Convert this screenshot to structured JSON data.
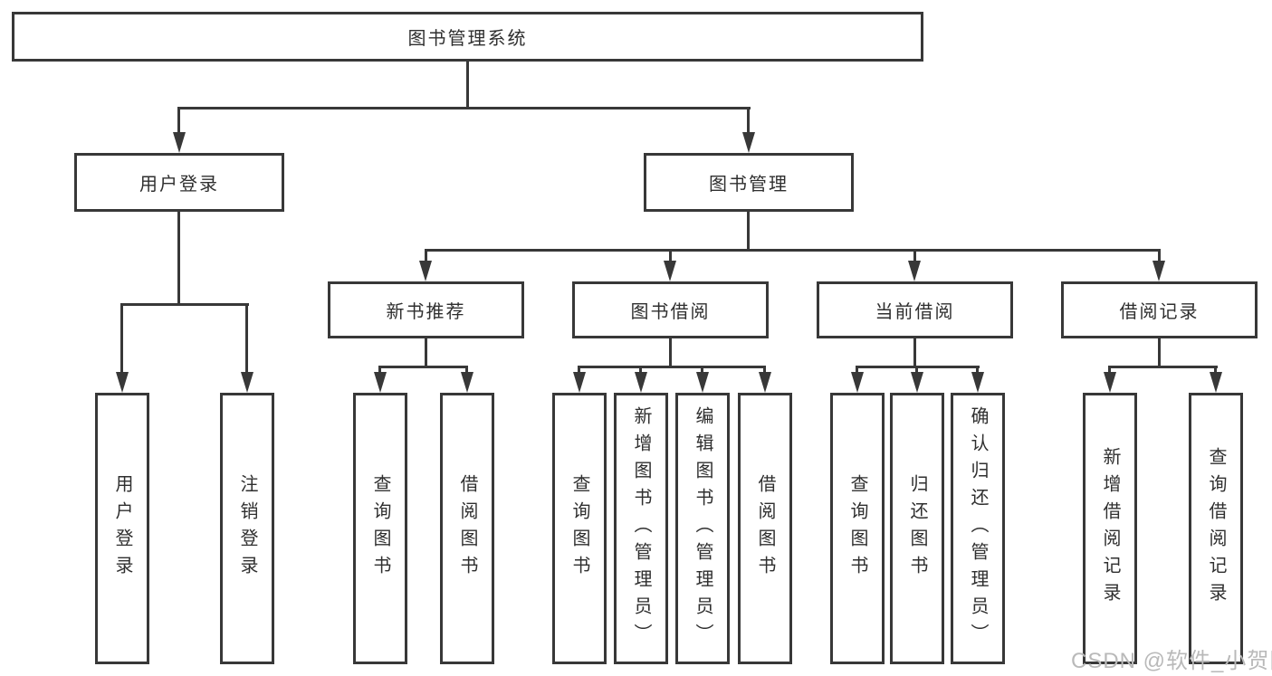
{
  "diagram": {
    "title_node": {
      "label": "图书管理系统"
    },
    "level2": [
      {
        "id": "user-login",
        "label": "用户登录"
      },
      {
        "id": "book-management",
        "label": "图书管理"
      }
    ],
    "level3": [
      {
        "id": "new-book-recommend",
        "label": "新书推荐"
      },
      {
        "id": "book-borrow",
        "label": "图书借阅"
      },
      {
        "id": "current-borrow",
        "label": "当前借阅"
      },
      {
        "id": "borrow-records",
        "label": "借阅记录"
      }
    ],
    "leaves": {
      "user_login": [
        {
          "label": "用户登录"
        },
        {
          "label": "注销登录"
        }
      ],
      "new_book_recommend": [
        {
          "label": "查询图书"
        },
        {
          "label": "借阅图书"
        }
      ],
      "book_borrow": [
        {
          "label": "查询图书"
        },
        {
          "label": "新增图书（管理员）"
        },
        {
          "label": "编辑图书（管理员）"
        },
        {
          "label": "借阅图书"
        }
      ],
      "current_borrow": [
        {
          "label": "查询图书"
        },
        {
          "label": "归还图书"
        },
        {
          "label": "确认归还（管理员）"
        }
      ],
      "borrow_records": [
        {
          "label": "新增借阅记录"
        },
        {
          "label": "查询借阅记录"
        }
      ]
    },
    "colors": {
      "line": "#383838",
      "box_fill": "#ffffff",
      "text": "#2f2f2f",
      "watermark": "#b9b9b9"
    }
  },
  "watermark": {
    "text": "CSDN @软件_小贺同学"
  }
}
